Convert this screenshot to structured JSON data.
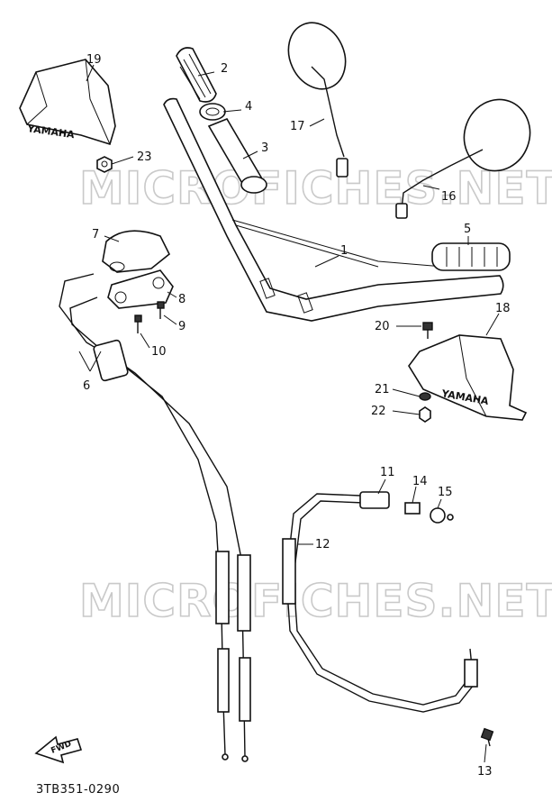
{
  "watermark": "MICROFICHES.NET",
  "diagram_code": "3TB351-0290",
  "forward_arrow_label": "FWD",
  "brand_marking": "YAMAHA",
  "callouts": [
    {
      "id": "1",
      "label": "1"
    },
    {
      "id": "2",
      "label": "2"
    },
    {
      "id": "3",
      "label": "3"
    },
    {
      "id": "4",
      "label": "4"
    },
    {
      "id": "5",
      "label": "5"
    },
    {
      "id": "6",
      "label": "6"
    },
    {
      "id": "7",
      "label": "7"
    },
    {
      "id": "8",
      "label": "8"
    },
    {
      "id": "9",
      "label": "9"
    },
    {
      "id": "10",
      "label": "10"
    },
    {
      "id": "11",
      "label": "11"
    },
    {
      "id": "12",
      "label": "12"
    },
    {
      "id": "13",
      "label": "13"
    },
    {
      "id": "14",
      "label": "14"
    },
    {
      "id": "15",
      "label": "15"
    },
    {
      "id": "16",
      "label": "16"
    },
    {
      "id": "17",
      "label": "17"
    },
    {
      "id": "18",
      "label": "18"
    },
    {
      "id": "19",
      "label": "19"
    },
    {
      "id": "20",
      "label": "20"
    },
    {
      "id": "21",
      "label": "21"
    },
    {
      "id": "22",
      "label": "22"
    },
    {
      "id": "23",
      "label": "23"
    }
  ]
}
